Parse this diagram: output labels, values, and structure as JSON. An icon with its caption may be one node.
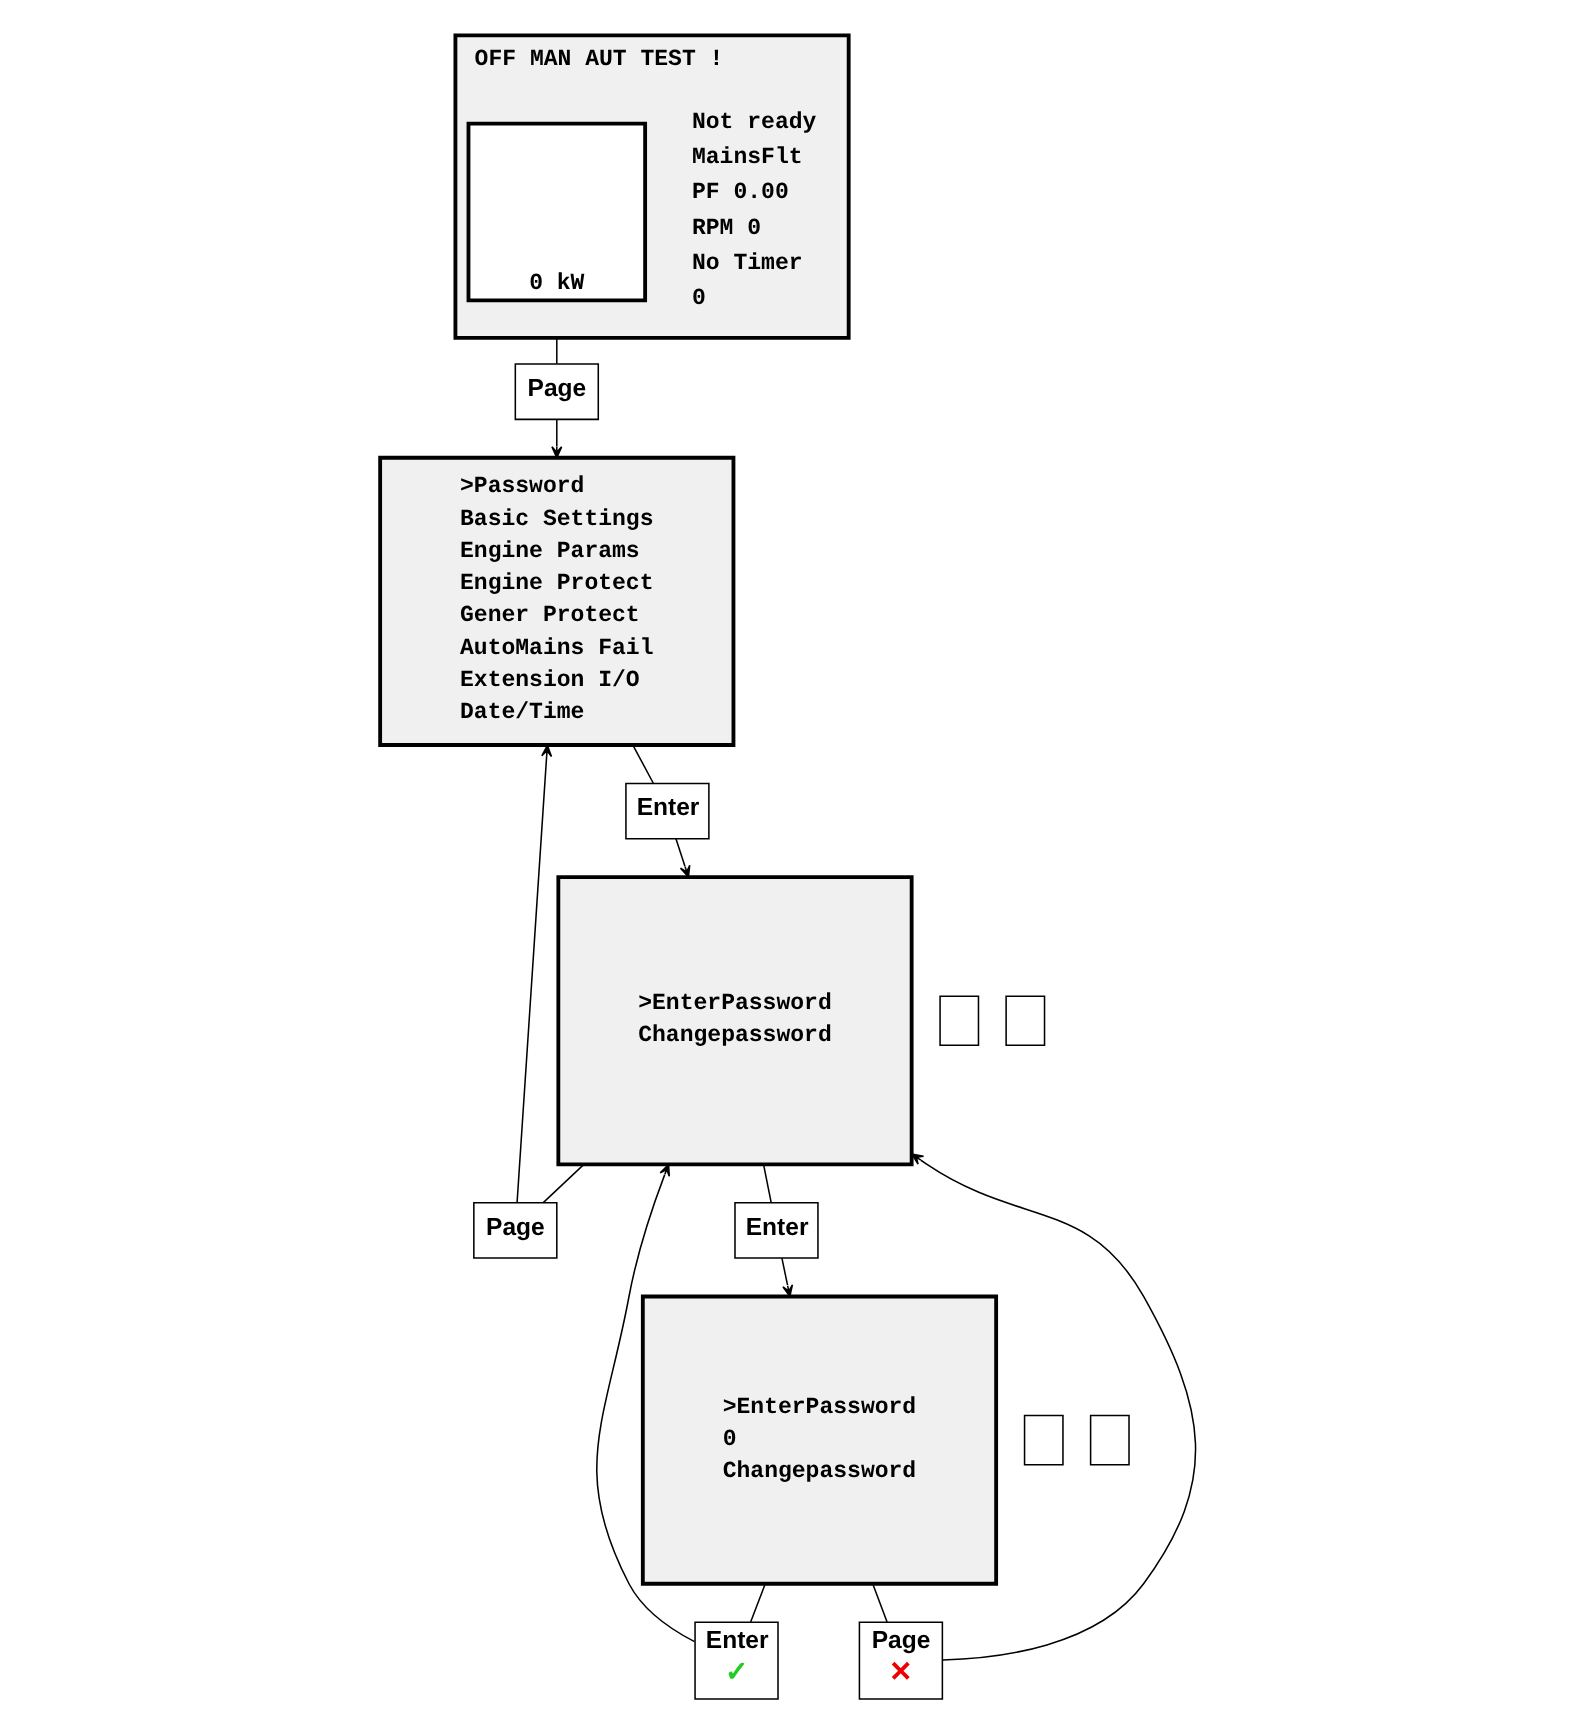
{
  "diagram": {
    "nodes": [
      {
        "text": [
          "OFF MAN AUT TEST !",
          "Not ready",
          "MainsFlt",
          "PF 0.00",
          "RPM 0",
          "No Timer",
          "0"
        ]
      },
      {
        "text": [
          "0 kW"
        ],
        "in": 0
      },
      {
        "text": [
          "Page"
        ]
      },
      {
        "text": [
          ">Password",
          "Basic Settings",
          "Engine Params",
          "Engine Protect",
          "Gener Protect",
          "AutoMains Fail",
          "Extension I/O",
          "Date/Time"
        ]
      },
      {
        "text": [
          "Enter"
        ]
      },
      {
        "text": [
          "Page"
        ]
      },
      {
        "text": [
          ">EnterPassword",
          "Changepassword"
        ]
      },
      {
        "text": [],
        "shape": "box"
      },
      {
        "text": [],
        "shape": "box"
      },
      {
        "text": [
          "Enter"
        ]
      },
      {
        "text": [
          "Enter",
          "✓"
        ]
      },
      {
        "text": [
          "Page",
          "✕"
        ]
      },
      {
        "text": [
          ">EnterPassword",
          "0",
          "Changepassword"
        ]
      },
      {
        "text": [],
        "shape": "box"
      },
      {
        "text": [],
        "shape": "box"
      }
    ],
    "edges": [
      {
        "from": 0,
        "to": 2,
        "arrow": "none"
      },
      {
        "from": 2,
        "to": 3,
        "arrow": "to"
      },
      {
        "from": 3,
        "to": 4,
        "arrow": "none"
      },
      {
        "from": 4,
        "to": 6,
        "arrow": "to"
      },
      {
        "from": 6,
        "to": 5,
        "arrow": "none"
      },
      {
        "from": 5,
        "to": 3,
        "arrow": "to"
      },
      {
        "from": 6,
        "to": 9,
        "arrow": "none"
      },
      {
        "from": 9,
        "to": 12,
        "arrow": "to"
      },
      {
        "from": 12,
        "to": 10,
        "arrow": "none"
      },
      {
        "from": 10,
        "to": 6,
        "arrow": "to"
      },
      {
        "from": 12,
        "to": 11,
        "arrow": "none"
      },
      {
        "from": 11,
        "to": 6,
        "arrow": "to"
      }
    ]
  }
}
